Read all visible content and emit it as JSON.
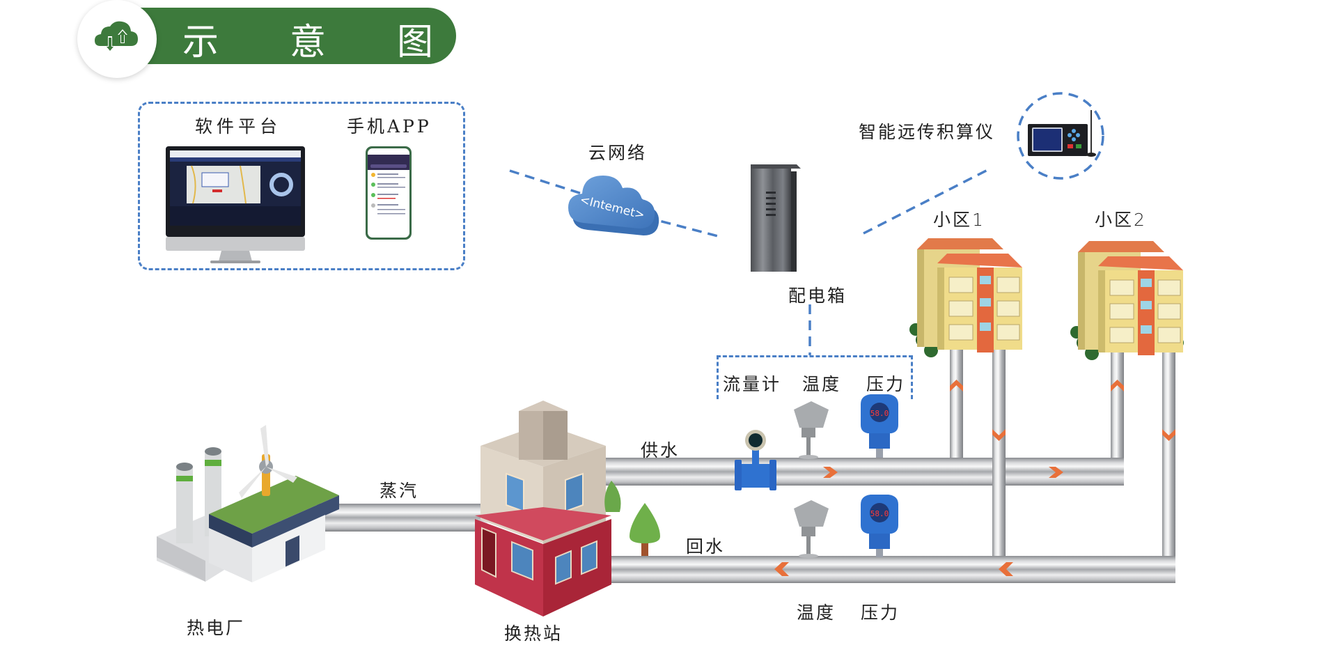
{
  "header": {
    "icon": "cloud-sync-icon",
    "title_chars": [
      "示",
      "意",
      "图"
    ]
  },
  "software": {
    "platform_label": "软件平台",
    "app_label": "手机APP"
  },
  "network": {
    "cloud_label": "云网络",
    "cloud_text": "<Intemet>"
  },
  "distribution_box": {
    "label": "配电箱"
  },
  "integrator": {
    "label": "智能远传积算仪"
  },
  "communities": [
    {
      "label": "小区1"
    },
    {
      "label": "小区2"
    }
  ],
  "sensor_group": {
    "flow_label": "流量计",
    "temp_label": "温度",
    "pressure_label": "压力",
    "pressure_display": "58.0"
  },
  "pipes": {
    "steam_label": "蒸汽",
    "supply_label": "供水",
    "return_label": "回水"
  },
  "return_sensors": {
    "temp_label": "温度",
    "pressure_label": "压力"
  },
  "facilities": {
    "plant_label": "热电厂",
    "station_label": "换热站"
  },
  "colors": {
    "header_green": "#3d7a3c",
    "dash_blue": "#4a7fc6",
    "arrow_orange": "#e8703a",
    "pipe_gray": "#9a9ca0",
    "cloud_blue": "#4f86c8"
  }
}
